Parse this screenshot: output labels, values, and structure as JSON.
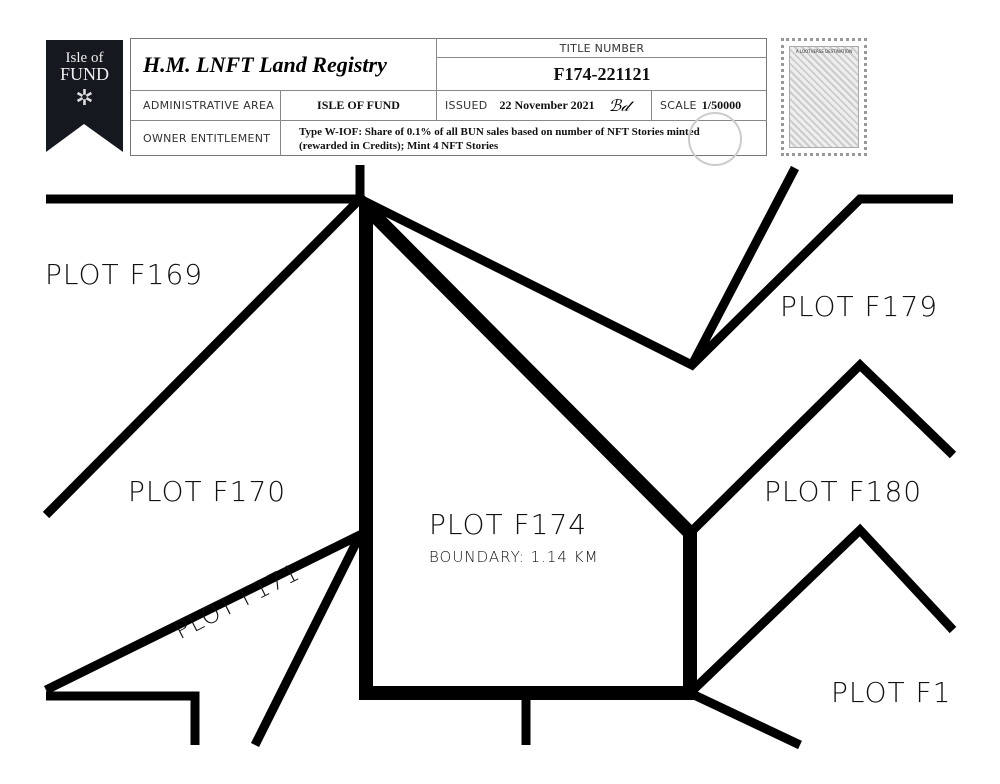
{
  "logo": {
    "line1": "Isle of",
    "line2": "FUND",
    "color": "#16181f"
  },
  "header": {
    "title": "H.M. LNFT Land Registry",
    "title_number_label": "TITLE NUMBER",
    "title_number": "F174-221121",
    "admin_area_label": "ADMINISTRATIVE AREA",
    "admin_area": "ISLE OF FUND",
    "issued_label": "ISSUED",
    "issued": "22 November 2021",
    "scale_label": "SCALE",
    "scale": "1/50000",
    "owner_label": "OWNER ENTITLEMENT",
    "owner_line1": "Type W-IOF: Share of 0.1% of all BUN sales based on number of NFT Stories minted",
    "owner_line2": "(rewarded in Credits); Mint 4 NFT Stories"
  },
  "stamp": {
    "text": "A LOOTVERSE DESTINATION"
  },
  "plots": {
    "f169": "PLOT F169",
    "f170": "PLOT F170",
    "f171": "PLOT F171",
    "f174": "PLOT F174",
    "f174_boundary": "BOUNDARY: 1.14 KM",
    "f179": "PLOT F179",
    "f180": "PLOT F180",
    "f1": "PLOT F1"
  }
}
